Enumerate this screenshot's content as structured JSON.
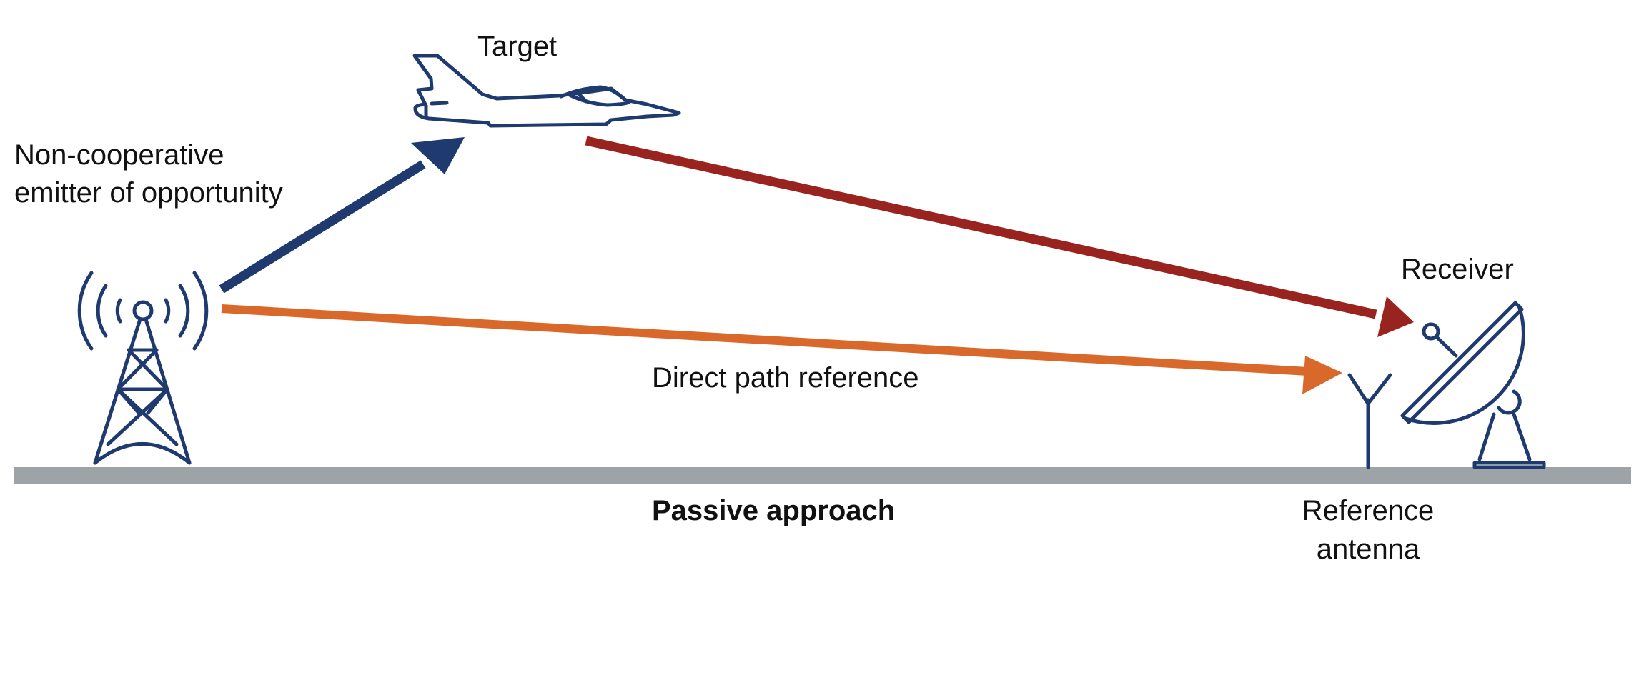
{
  "labels": {
    "target": "Target",
    "emitter_line1": "Non-cooperative",
    "emitter_line2": "emitter of opportunity",
    "receiver": "Receiver",
    "direct_path": "Direct path reference",
    "approach": "Passive approach",
    "reference_antenna_line1": "Reference",
    "reference_antenna_line2": "antenna"
  },
  "icons": {
    "emitter": "radio-tower-icon",
    "target": "aircraft-icon",
    "receiver": "satellite-dish-icon",
    "reference_antenna": "antenna-icon"
  },
  "colors": {
    "illumination_arrow": "#1f3a6e",
    "echo_arrow": "#98231f",
    "direct_path_arrow": "#d8692a",
    "ground": "#9ea3a8",
    "icon_stroke": "#1f3a6e"
  }
}
